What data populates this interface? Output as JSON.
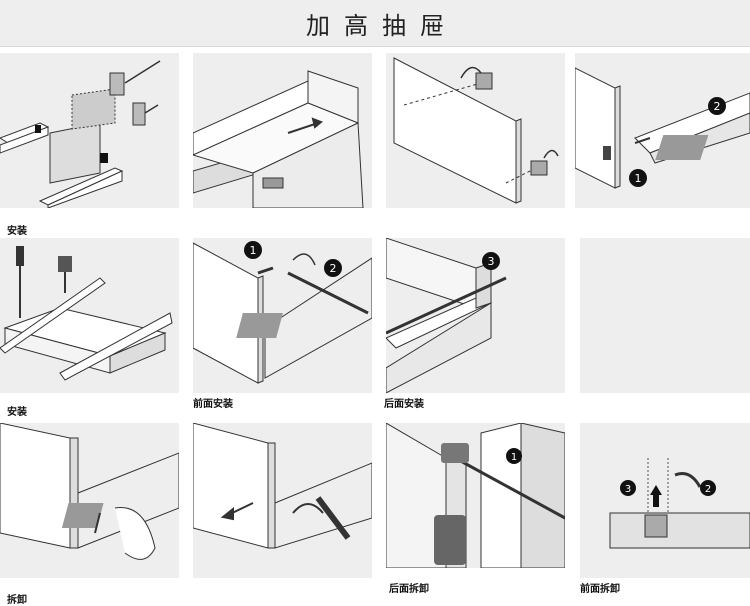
{
  "header": {
    "title": "加高抽屉"
  },
  "captions": {
    "row1": "安装",
    "row2_col1": "安装",
    "row2_col2": "前面安装",
    "row2_col3": "后面安装",
    "row3_col1": "拆卸",
    "row3_col3": "后面拆卸",
    "row3_col4": "前面拆卸"
  },
  "steps": {
    "p1_4_a": "1",
    "p1_4_b": "2",
    "p2_2_a": "1",
    "p2_2_b": "2",
    "p2_3_a": "3",
    "p3_3_a": "1",
    "p3_4_a": "3",
    "p3_4_b": "2"
  },
  "colors": {
    "panel_bg": "#eeeeee",
    "line": "#333333",
    "badge": "#111111"
  }
}
